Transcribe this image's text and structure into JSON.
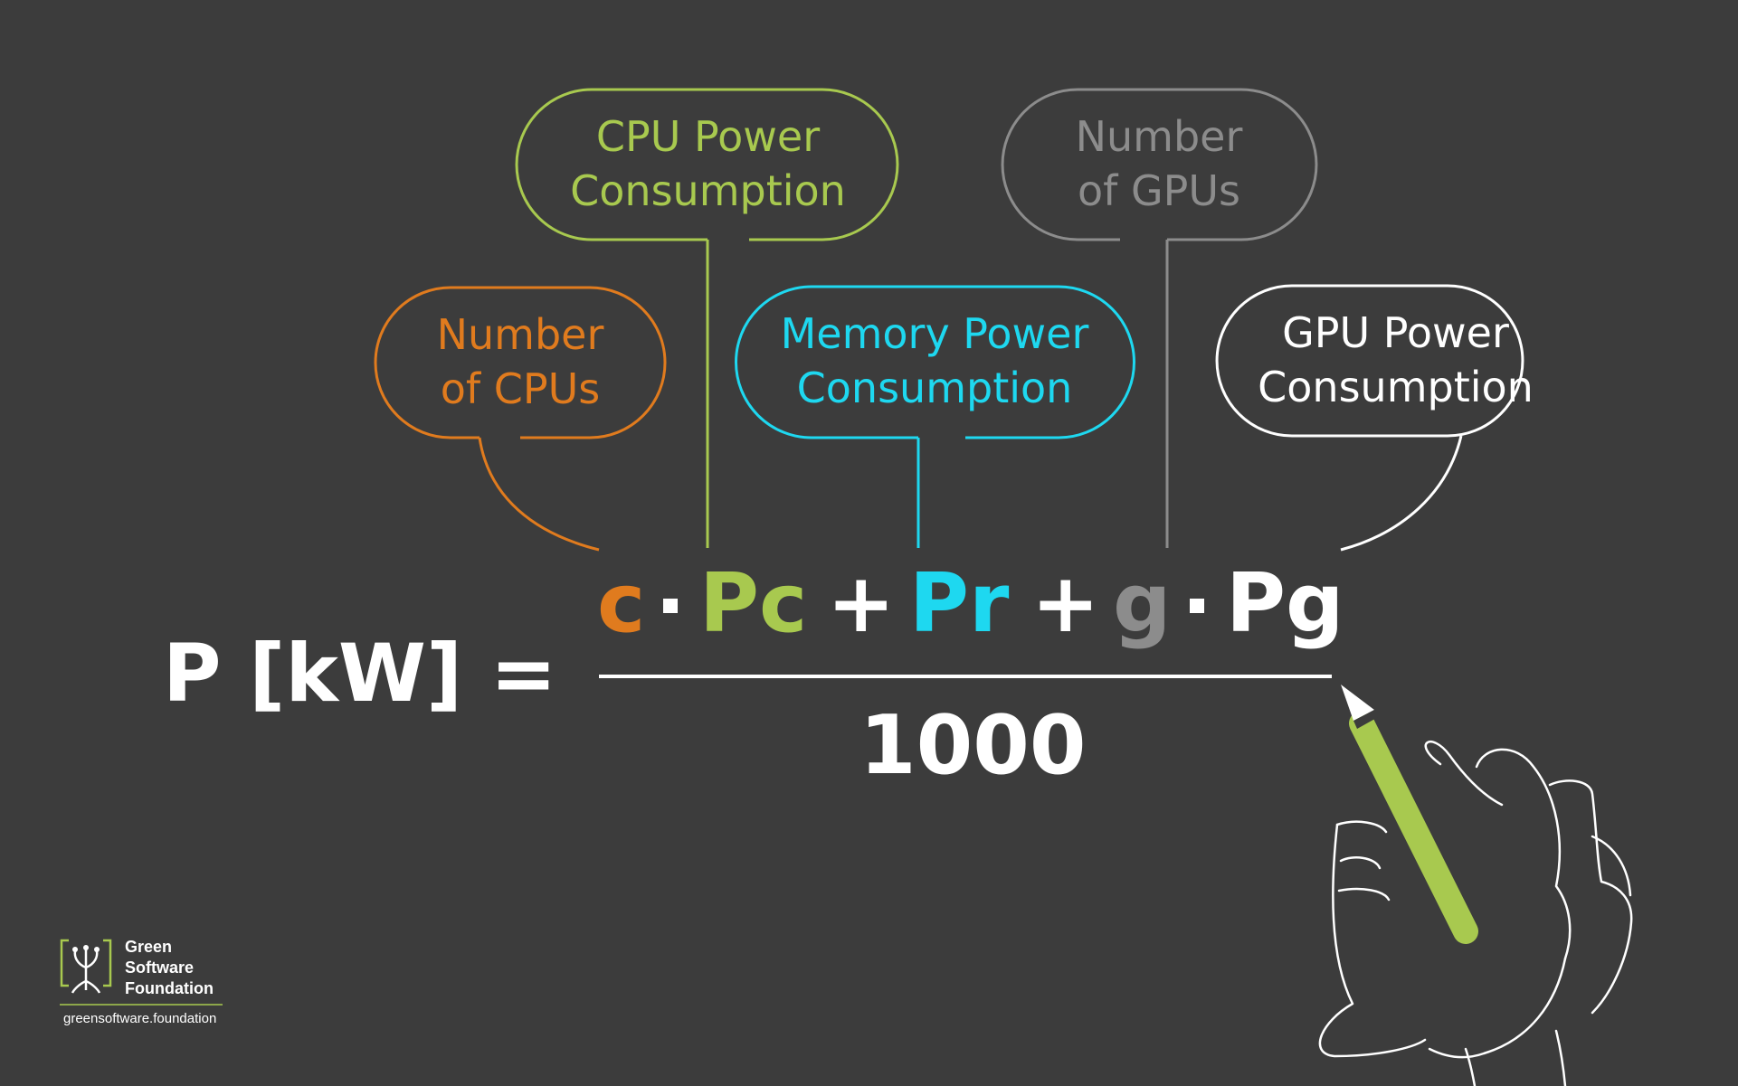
{
  "labels": {
    "num_cpus": [
      "Number",
      "of CPUs"
    ],
    "cpu_power": [
      "CPU Power",
      "Consumption"
    ],
    "memory_power": [
      "Memory Power",
      "Consumption"
    ],
    "num_gpus": [
      "Number",
      "of GPUs"
    ],
    "gpu_power": [
      "GPU Power",
      "Consumption"
    ]
  },
  "formula": {
    "lhs": "P [kW] =",
    "c": "c",
    "Pc": "Pc",
    "plus1": "+",
    "Pr": "Pr",
    "plus2": "+",
    "g": "g",
    "Pg": "Pg",
    "denominator": "1000"
  },
  "logo": {
    "name_lines": [
      "Green",
      "Software",
      "Foundation"
    ],
    "url": "greensoftware.foundation"
  },
  "colors": {
    "background": "#3c3c3c",
    "orange": "#e07b1e",
    "green": "#a8c94f",
    "cyan": "#1ed8f0",
    "gray": "#8c8c8c",
    "white": "#ffffff"
  }
}
